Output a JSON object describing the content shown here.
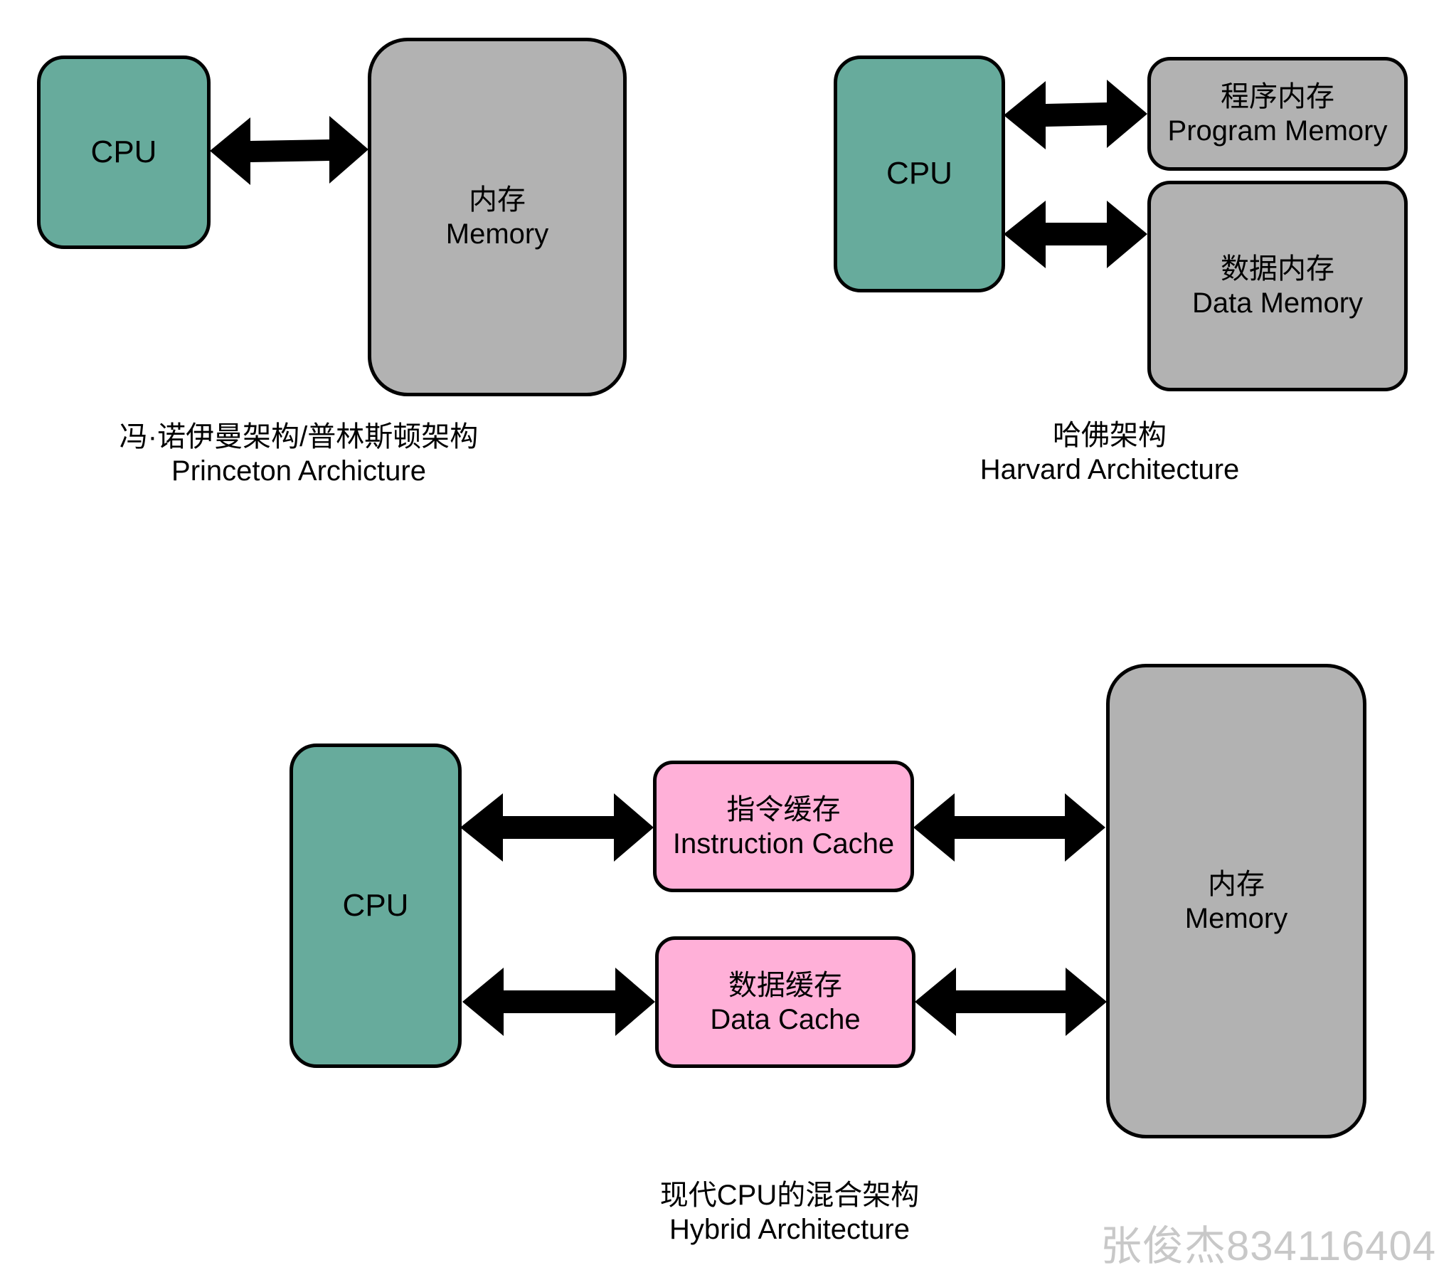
{
  "princeton": {
    "cpu": "CPU",
    "memory": {
      "zh": "内存",
      "en": "Memory"
    },
    "caption": {
      "zh": "冯·诺伊曼架构/普林斯顿架构",
      "en": "Princeton Archicture"
    }
  },
  "harvard": {
    "cpu": "CPU",
    "program_memory": {
      "zh": "程序内存",
      "en": "Program Memory"
    },
    "data_memory": {
      "zh": "数据内存",
      "en": "Data Memory"
    },
    "caption": {
      "zh": "哈佛架构",
      "en": "Harvard Architecture"
    }
  },
  "hybrid": {
    "cpu": "CPU",
    "instruction_cache": {
      "zh": "指令缓存",
      "en": "Instruction Cache"
    },
    "data_cache": {
      "zh": "数据缓存",
      "en": "Data Cache"
    },
    "memory": {
      "zh": "内存",
      "en": "Memory"
    },
    "caption": {
      "zh": "现代CPU的混合架构",
      "en": "Hybrid Architecture"
    }
  },
  "watermark": "张俊杰834116404",
  "colors": {
    "cpu": "#67ab9c",
    "memory": "#b2b2b2",
    "cache": "#ffb0d8",
    "arrow": "#000000"
  }
}
